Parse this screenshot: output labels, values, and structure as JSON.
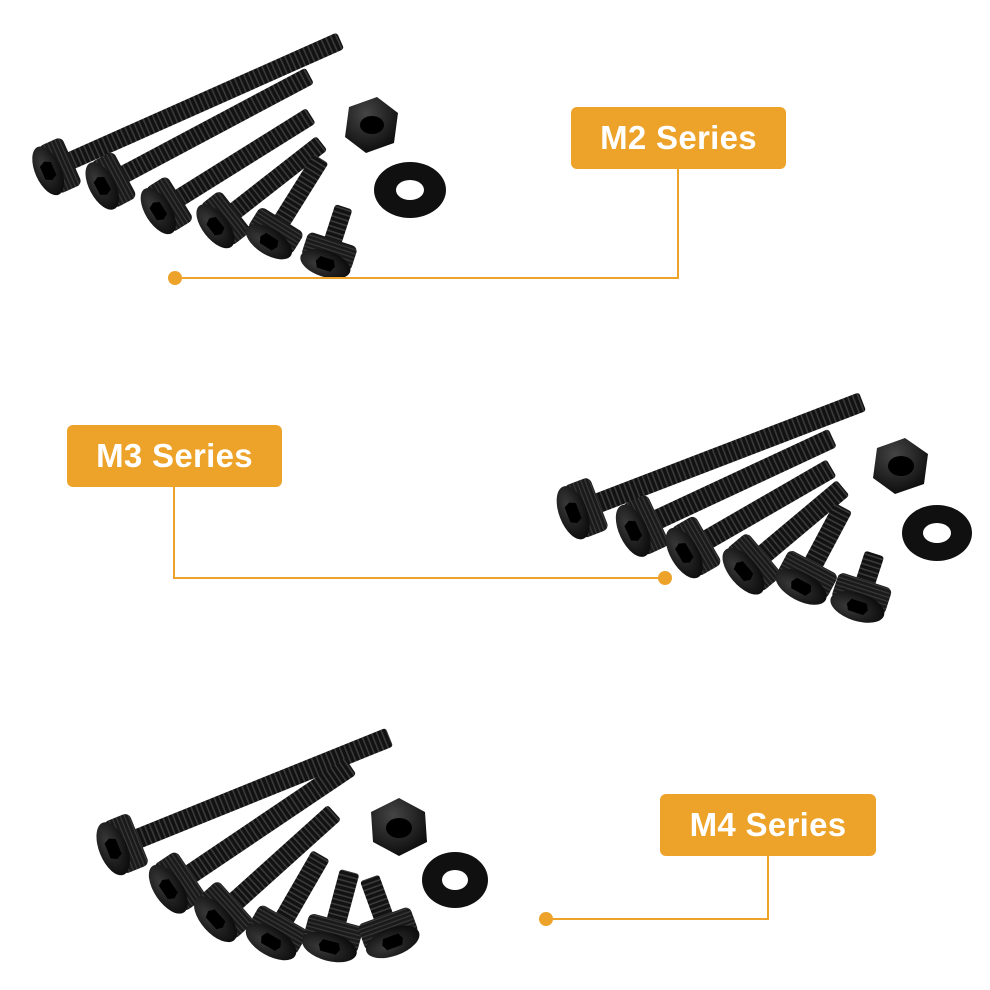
{
  "series": [
    {
      "id": "m2",
      "label": "M2 Series"
    },
    {
      "id": "m3",
      "label": "M3 Series"
    },
    {
      "id": "m4",
      "label": "M4 Series"
    }
  ],
  "colors": {
    "accent": "#eda329",
    "label_text": "#ffffff",
    "hardware": "#0d0d0d",
    "background": "#ffffff"
  }
}
